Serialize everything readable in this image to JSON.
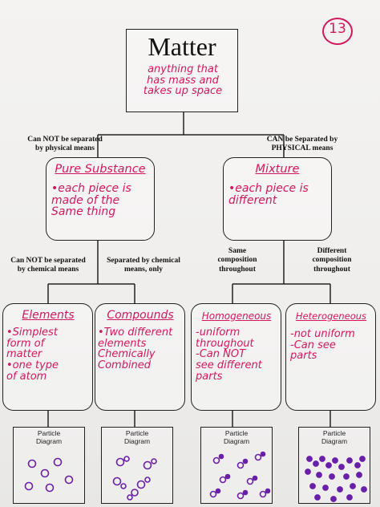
{
  "page_number": "13",
  "matter": {
    "title": "Matter",
    "definition": "anything that\nhas mass and\ntakes up space"
  },
  "branches": {
    "left_label": "Can NOT be separated\nby physical means",
    "right_label": "CAN be Separated by\nPHYSICAL means"
  },
  "pure_substance": {
    "title": "Pure Substance",
    "note": "•each piece is\nmade of the\nSame thing"
  },
  "mixture": {
    "title": "Mixture",
    "note": "•each piece is\ndifferent"
  },
  "sub_branches": {
    "elements_label": "Can NOT be separated\nby chemical means",
    "compounds_label": "Separated by chemical\nmeans, only",
    "homogeneous_label": "Same\ncomposition\nthroughout",
    "heterogeneous_label": "Different\ncomposition\nthroughout"
  },
  "categories": [
    {
      "title": "Elements",
      "note": "•Simplest\nform of\nmatter\n•one type\nof atom"
    },
    {
      "title": "Compounds",
      "note": "•Two different\nelements\nChemically\nCombined"
    },
    {
      "title": "Homogeneous",
      "note": "-uniform\nthroughout\n-Can NOT\nsee different\nparts"
    },
    {
      "title": "Heterogeneous",
      "note": "-not uniform\n-Can see\nparts"
    }
  ],
  "particle_diagram_label": "Particle\nDiagram",
  "colors": {
    "ink_pink": "#d1185e",
    "ink_purple": "#6a1fa8",
    "line": "#222222"
  }
}
